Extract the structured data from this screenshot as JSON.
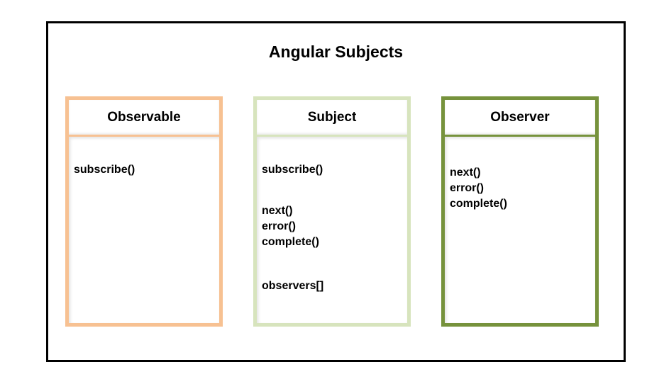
{
  "diagram": {
    "title": "Angular Subjects",
    "boxes": [
      {
        "header": "Observable",
        "border_color": "#f7c192",
        "groups": [
          [
            "subscribe()"
          ]
        ]
      },
      {
        "header": "Subject",
        "border_color": "#d7e4bd",
        "groups": [
          [
            "subscribe()"
          ],
          [
            "next()",
            "error()",
            "complete()"
          ],
          [
            "observers[]"
          ]
        ]
      },
      {
        "header": "Observer",
        "border_color": "#76923c",
        "groups": [
          [
            "next()",
            "error()",
            "complete()"
          ]
        ]
      }
    ]
  }
}
